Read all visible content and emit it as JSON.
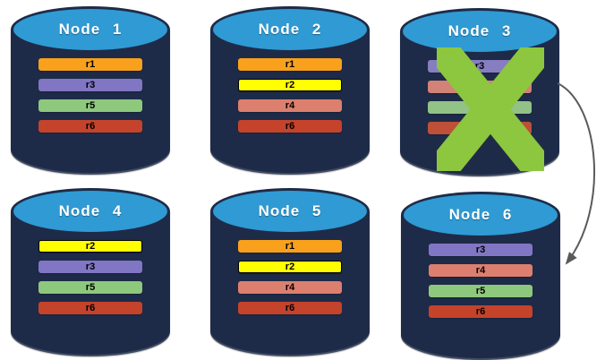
{
  "nodes": [
    {
      "title": "Node 1",
      "failed": false,
      "replicas": [
        {
          "label": "r1",
          "color": "#F9A11C"
        },
        {
          "label": "r3",
          "color": "#8176C3"
        },
        {
          "label": "r5",
          "color": "#8EC87D"
        },
        {
          "label": "r6",
          "color": "#C4432A"
        }
      ]
    },
    {
      "title": "Node 2",
      "failed": false,
      "replicas": [
        {
          "label": "r1",
          "color": "#F9A11C"
        },
        {
          "label": "r2",
          "color": "#FFFF00"
        },
        {
          "label": "r4",
          "color": "#DD7F6E"
        },
        {
          "label": "r6",
          "color": "#C4432A"
        }
      ]
    },
    {
      "title": "Node 3",
      "failed": true,
      "replicas": [
        {
          "label": "r3",
          "color": "#8F86CB"
        },
        {
          "label": "",
          "color": "#E28A7A"
        },
        {
          "label": "",
          "color": "#9CCF8C"
        },
        {
          "label": "",
          "color": "#CB5436"
        }
      ]
    },
    {
      "title": "Node 4",
      "failed": false,
      "replicas": [
        {
          "label": "r2",
          "color": "#FFFF00"
        },
        {
          "label": "r3",
          "color": "#8176C3"
        },
        {
          "label": "r5",
          "color": "#8EC87D"
        },
        {
          "label": "r6",
          "color": "#C4432A"
        }
      ]
    },
    {
      "title": "Node 5",
      "failed": false,
      "replicas": [
        {
          "label": "r1",
          "color": "#F9A11C"
        },
        {
          "label": "r2",
          "color": "#FFFF00"
        },
        {
          "label": "r4",
          "color": "#DD7F6E"
        },
        {
          "label": "r6",
          "color": "#C4432A"
        }
      ]
    },
    {
      "title": "Node 6",
      "failed": false,
      "replicas": [
        {
          "label": "r3",
          "color": "#8176C3"
        },
        {
          "label": "r4",
          "color": "#DD7F6E"
        },
        {
          "label": "r5",
          "color": "#8EC87D"
        },
        {
          "label": "r6",
          "color": "#C4432A"
        }
      ]
    }
  ],
  "failure_mark": {
    "icon": "x-mark-icon",
    "color": "#8DC63F",
    "on_node": "Node 3"
  },
  "arrow": {
    "from": "Node 3",
    "to": "Node 6",
    "color": "#5A5A5A"
  },
  "theme": {
    "cylinder_body": "#1E2B48",
    "cylinder_top": "#2F9AD3",
    "title_color": "#FFFFFF",
    "bar_text_color": "#000000",
    "background": "#FFFFFF"
  }
}
